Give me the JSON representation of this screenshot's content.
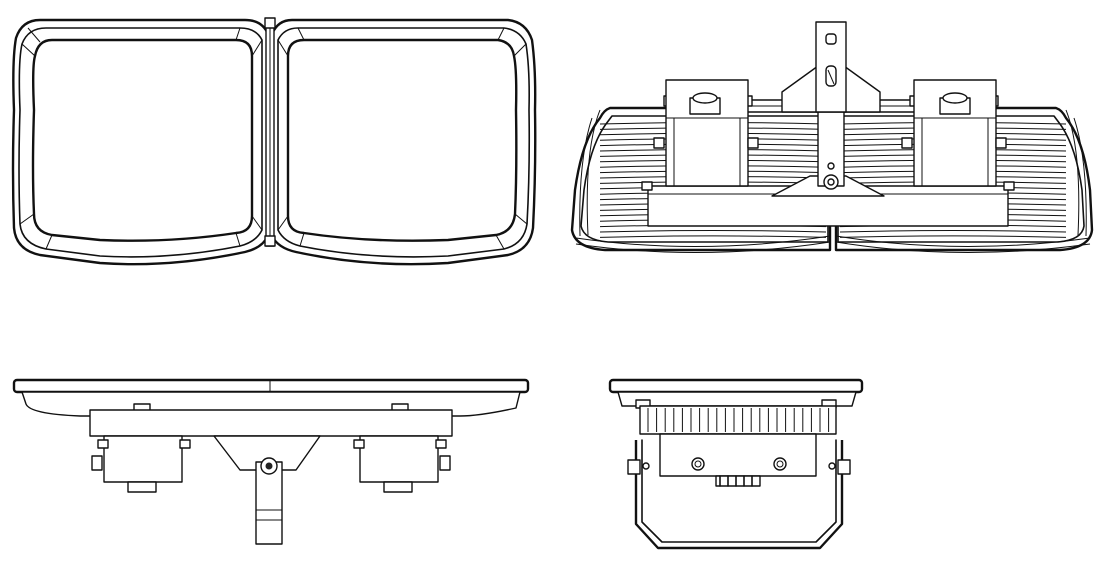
{
  "drawing": {
    "views": [
      {
        "id": "front"
      },
      {
        "id": "back"
      },
      {
        "id": "side-long"
      },
      {
        "id": "side-short"
      }
    ]
  }
}
